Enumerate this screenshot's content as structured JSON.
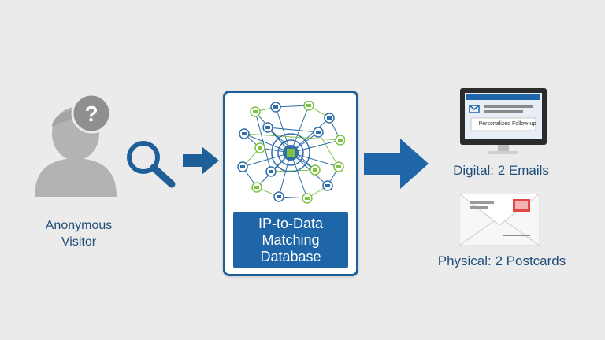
{
  "visitor": {
    "label": "Anonymous Visitor",
    "icon": "anonymous-person-icon",
    "badge_symbol": "?"
  },
  "search": {
    "icon": "magnifier-icon"
  },
  "database": {
    "title": "IP-to-Data Matching Database",
    "icon": "network-graph-icon"
  },
  "outputs": {
    "digital": {
      "label": "Digital: 2 Emails",
      "screen_text": "Personalized Follow-up",
      "icon": "monitor-email-icon"
    },
    "physical": {
      "label": "Physical: 2 Postcards",
      "icon": "envelope-icon"
    }
  },
  "colors": {
    "background": "#ebebeb",
    "primary_blue": "#1f66a8",
    "arrow_blue": "#1f5f99",
    "text_blue": "#1f4e79",
    "node_green": "#7dc242",
    "person_gray": "#b0b0b0"
  }
}
